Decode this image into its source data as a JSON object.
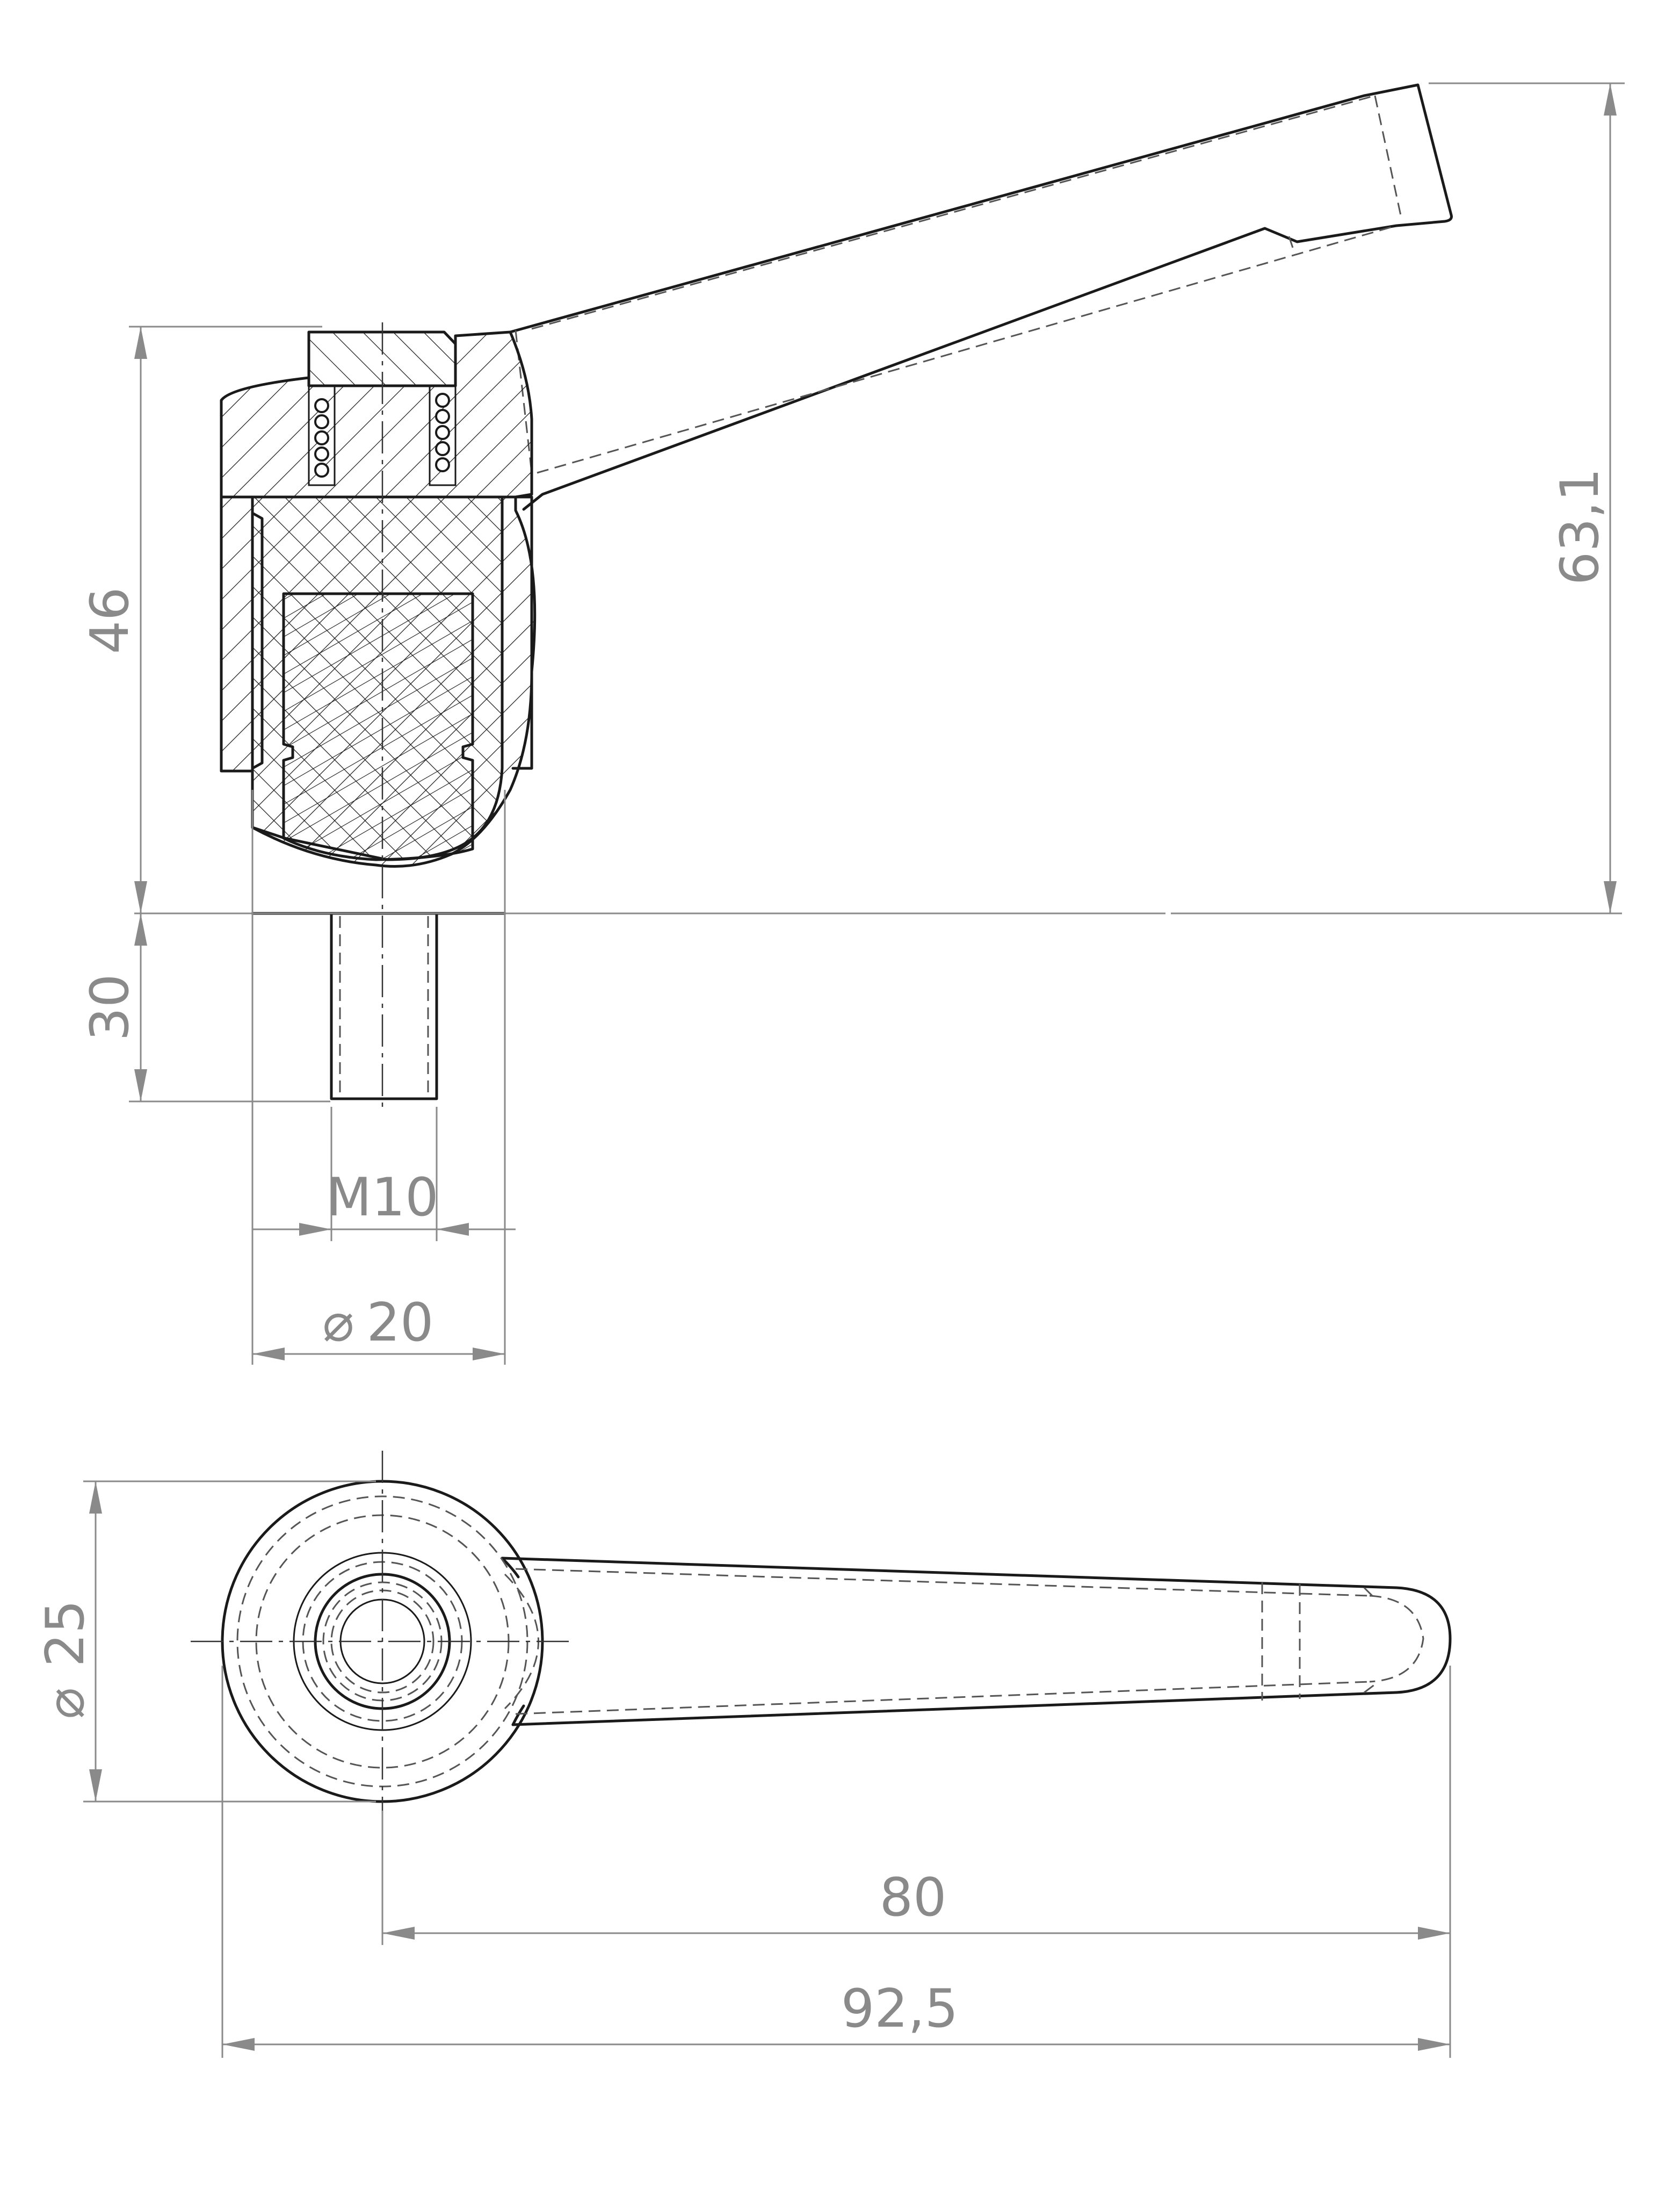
{
  "dimensions": {
    "height_total": "63,1",
    "height_body": "46",
    "stud_length": "30",
    "thread": "M10",
    "diameter_hub": "20",
    "diameter_top": "25",
    "length_to_tip": "80",
    "length_total": "92,5"
  },
  "symbols": {
    "diameter": "⌀"
  },
  "colors": {
    "object_line": "#1a1a1a",
    "dimension_line": "#8a8a8a",
    "background": "#ffffff"
  }
}
